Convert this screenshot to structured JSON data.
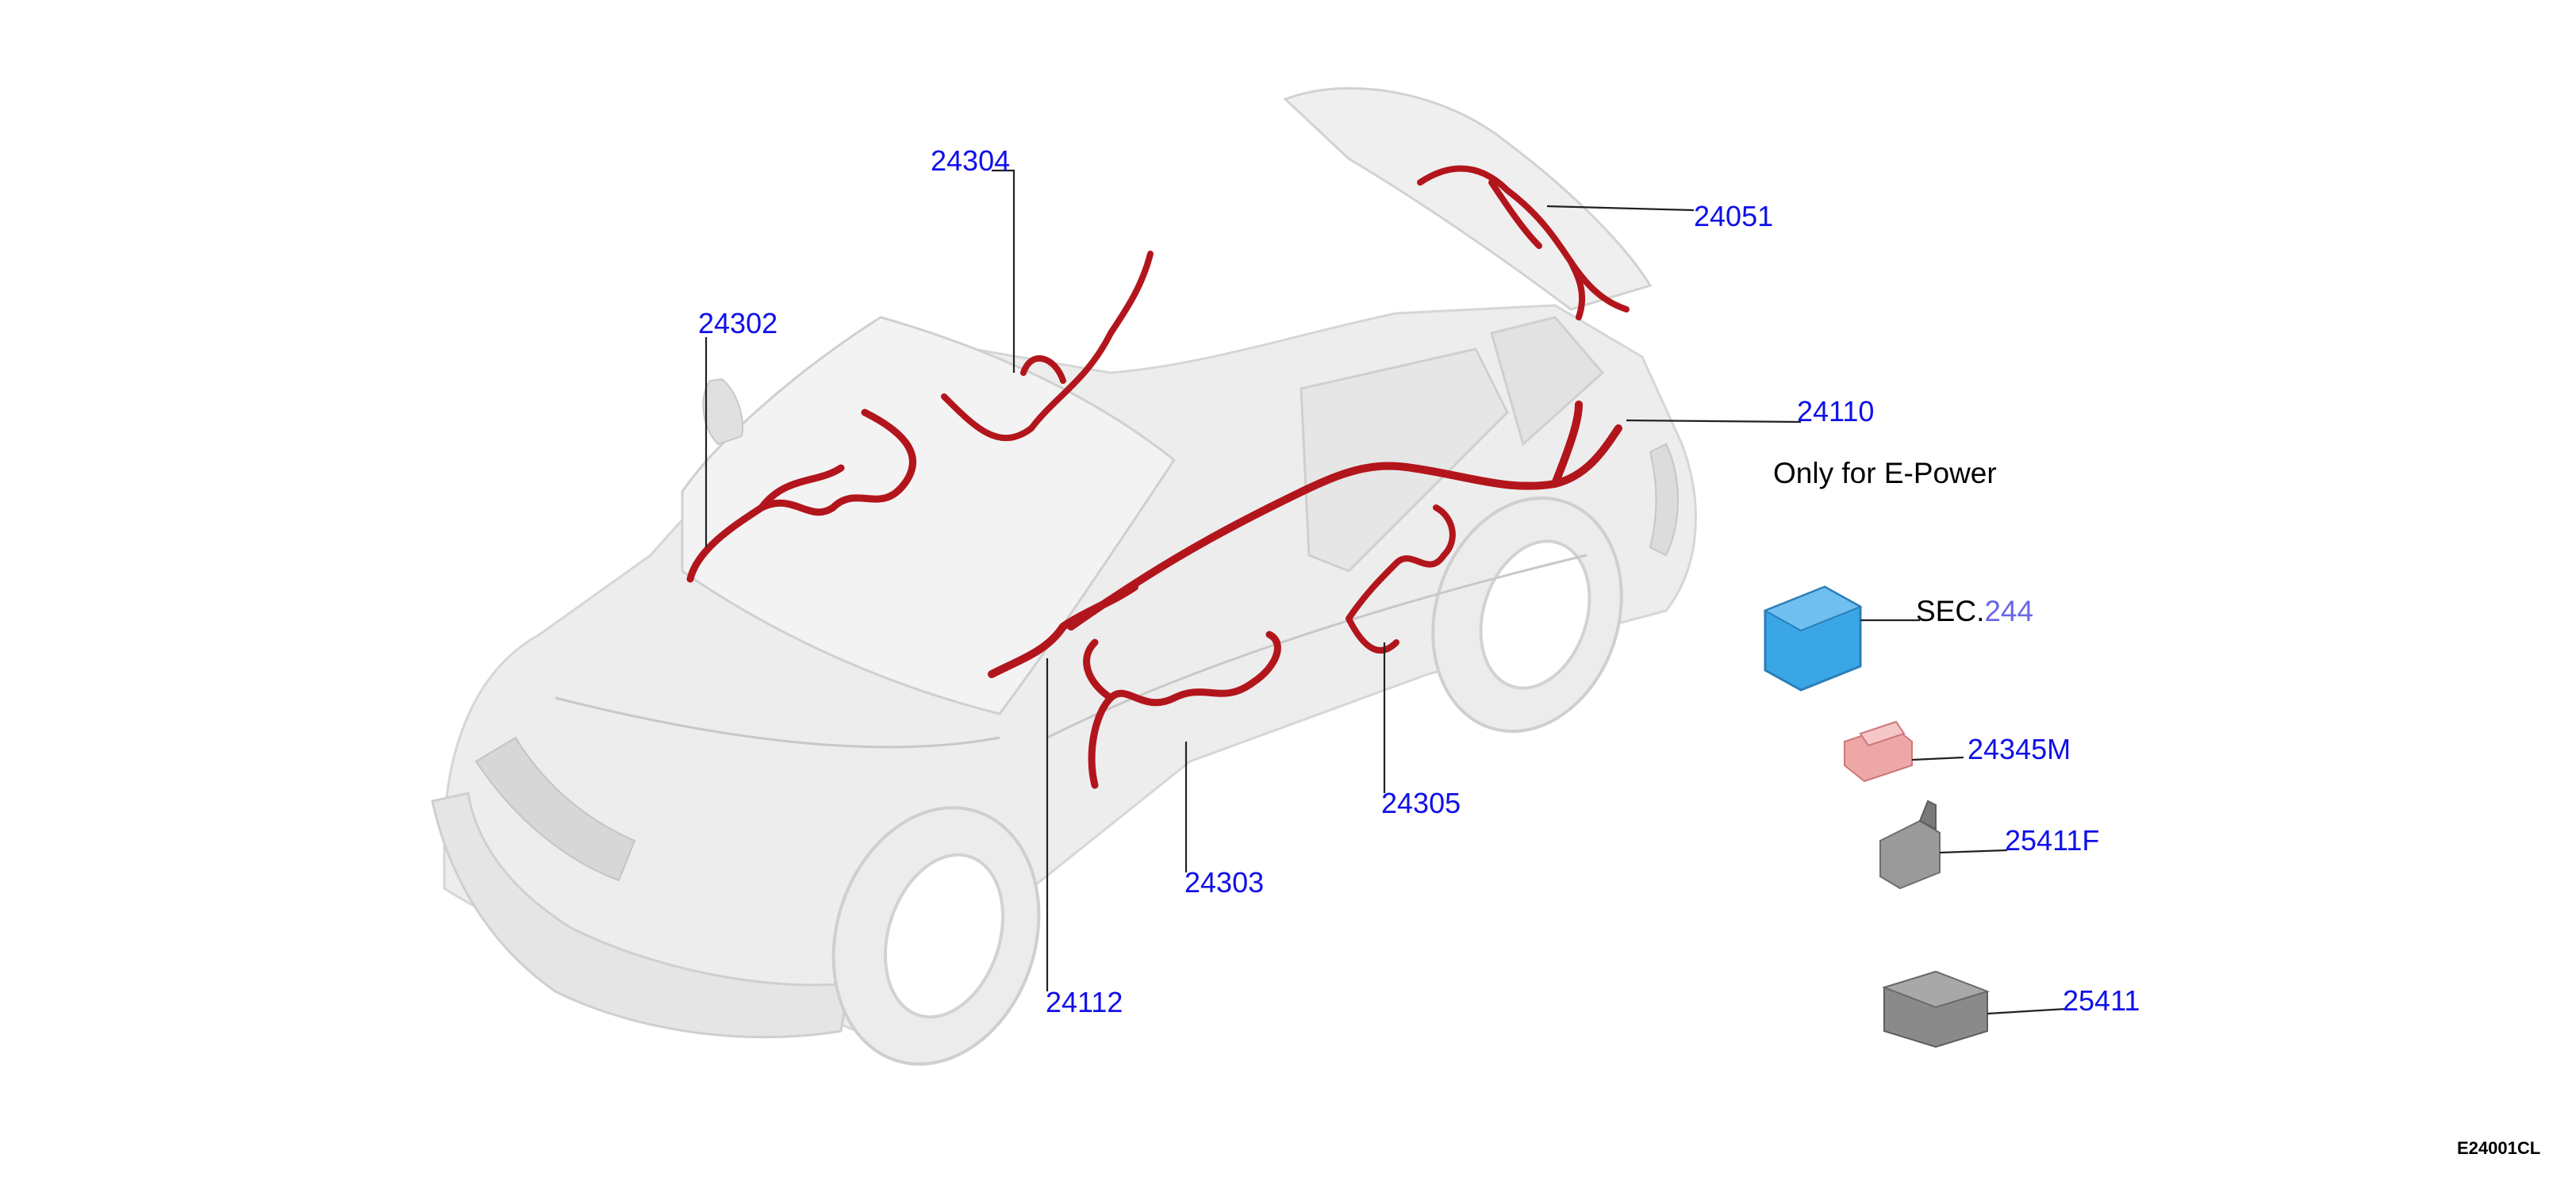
{
  "callouts": {
    "c24304": "24304",
    "c24302": "24302",
    "c24051": "24051",
    "c24110": "24110",
    "c24305": "24305",
    "c24303": "24303",
    "c24112": "24112",
    "c24345M": "24345M",
    "c25411F": "25411F",
    "c25411": "25411"
  },
  "note": {
    "epower": "Only for E-Power"
  },
  "section_ref": {
    "prefix": "SEC.",
    "number": "244"
  },
  "diagram_code": "E24001CL",
  "colors": {
    "harness": "#b3151c",
    "callout_text": "#1010e8",
    "section_number": "#6a68e6",
    "module_blue": "#3aa6e6",
    "relay_pink": "#e89a9a",
    "bracket_gray": "#8a8a8a",
    "car_body": "#e9e9e9"
  }
}
